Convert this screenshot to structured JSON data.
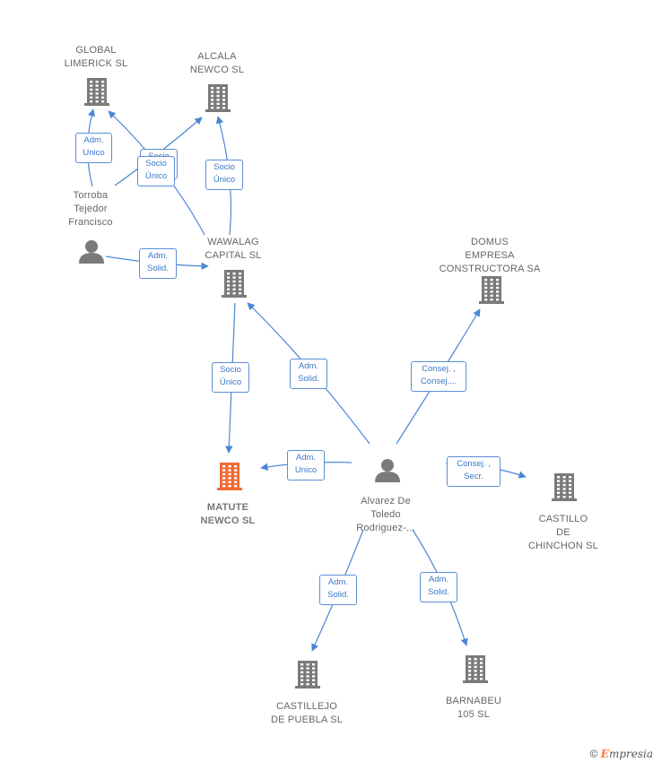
{
  "colors": {
    "edge": "#4a86d4",
    "company": "#7a7a7a",
    "focus_company": "#f26a35",
    "person": "#7a7a7a",
    "label_border": "#5b8fd6",
    "label_text": "#3a77c9"
  },
  "nodes": {
    "global_limerick": {
      "label": "GLOBAL\nLIMERICK  SL",
      "icon": "building-icon"
    },
    "alcala_newco": {
      "label": "ALCALA\nNEWCO  SL",
      "icon": "building-icon"
    },
    "torroba": {
      "label": "Torroba\nTejedor\nFrancisco",
      "icon": "person-icon"
    },
    "wawalag": {
      "label": "WAWALAG\nCAPITAL  SL",
      "icon": "building-icon"
    },
    "domus": {
      "label": "DOMUS\nEMPRESA\nCONSTRUCTORA SA",
      "icon": "building-icon"
    },
    "matute": {
      "label": "MATUTE\nNEWCO  SL",
      "icon": "building-icon"
    },
    "alvarez": {
      "label": "Alvarez De\nToledo\nRodriguez-...",
      "icon": "person-icon"
    },
    "castillo": {
      "label": "CASTILLO\nDE\nCHINCHON  SL",
      "icon": "building-icon"
    },
    "castillejo": {
      "label": "CASTILLEJO\nDE PUEBLA  SL",
      "icon": "building-icon"
    },
    "barnabeu": {
      "label": "BARNABEU\n105 SL",
      "icon": "building-icon"
    }
  },
  "relations": {
    "torroba_global_adm": "Adm.\nUnico",
    "torroba_alcala_socio": "Socio\nÚnico",
    "wawalag_global_socio": "Socio\nÚnico",
    "wawalag_alcala_socio": "Socio\nÚnico",
    "torroba_wawalag_adm": "Adm.\nSolid.",
    "wawalag_matute_socio": "Socio\nÚnico",
    "alvarez_wawalag_adm": "Adm.\nSolid.",
    "alvarez_domus_consej": "Consej. ,\nConsej....",
    "alvarez_matute_adm": "Adm.\nUnico",
    "alvarez_castillo_consej": "Consej. ,\nSecr.",
    "alvarez_castillejo_adm": "Adm.\nSolid.",
    "alvarez_barnabeu_adm": "Adm.\nSolid."
  },
  "footer": {
    "copyright": "©",
    "brand_initial": "E",
    "brand_rest": "mpresia"
  }
}
